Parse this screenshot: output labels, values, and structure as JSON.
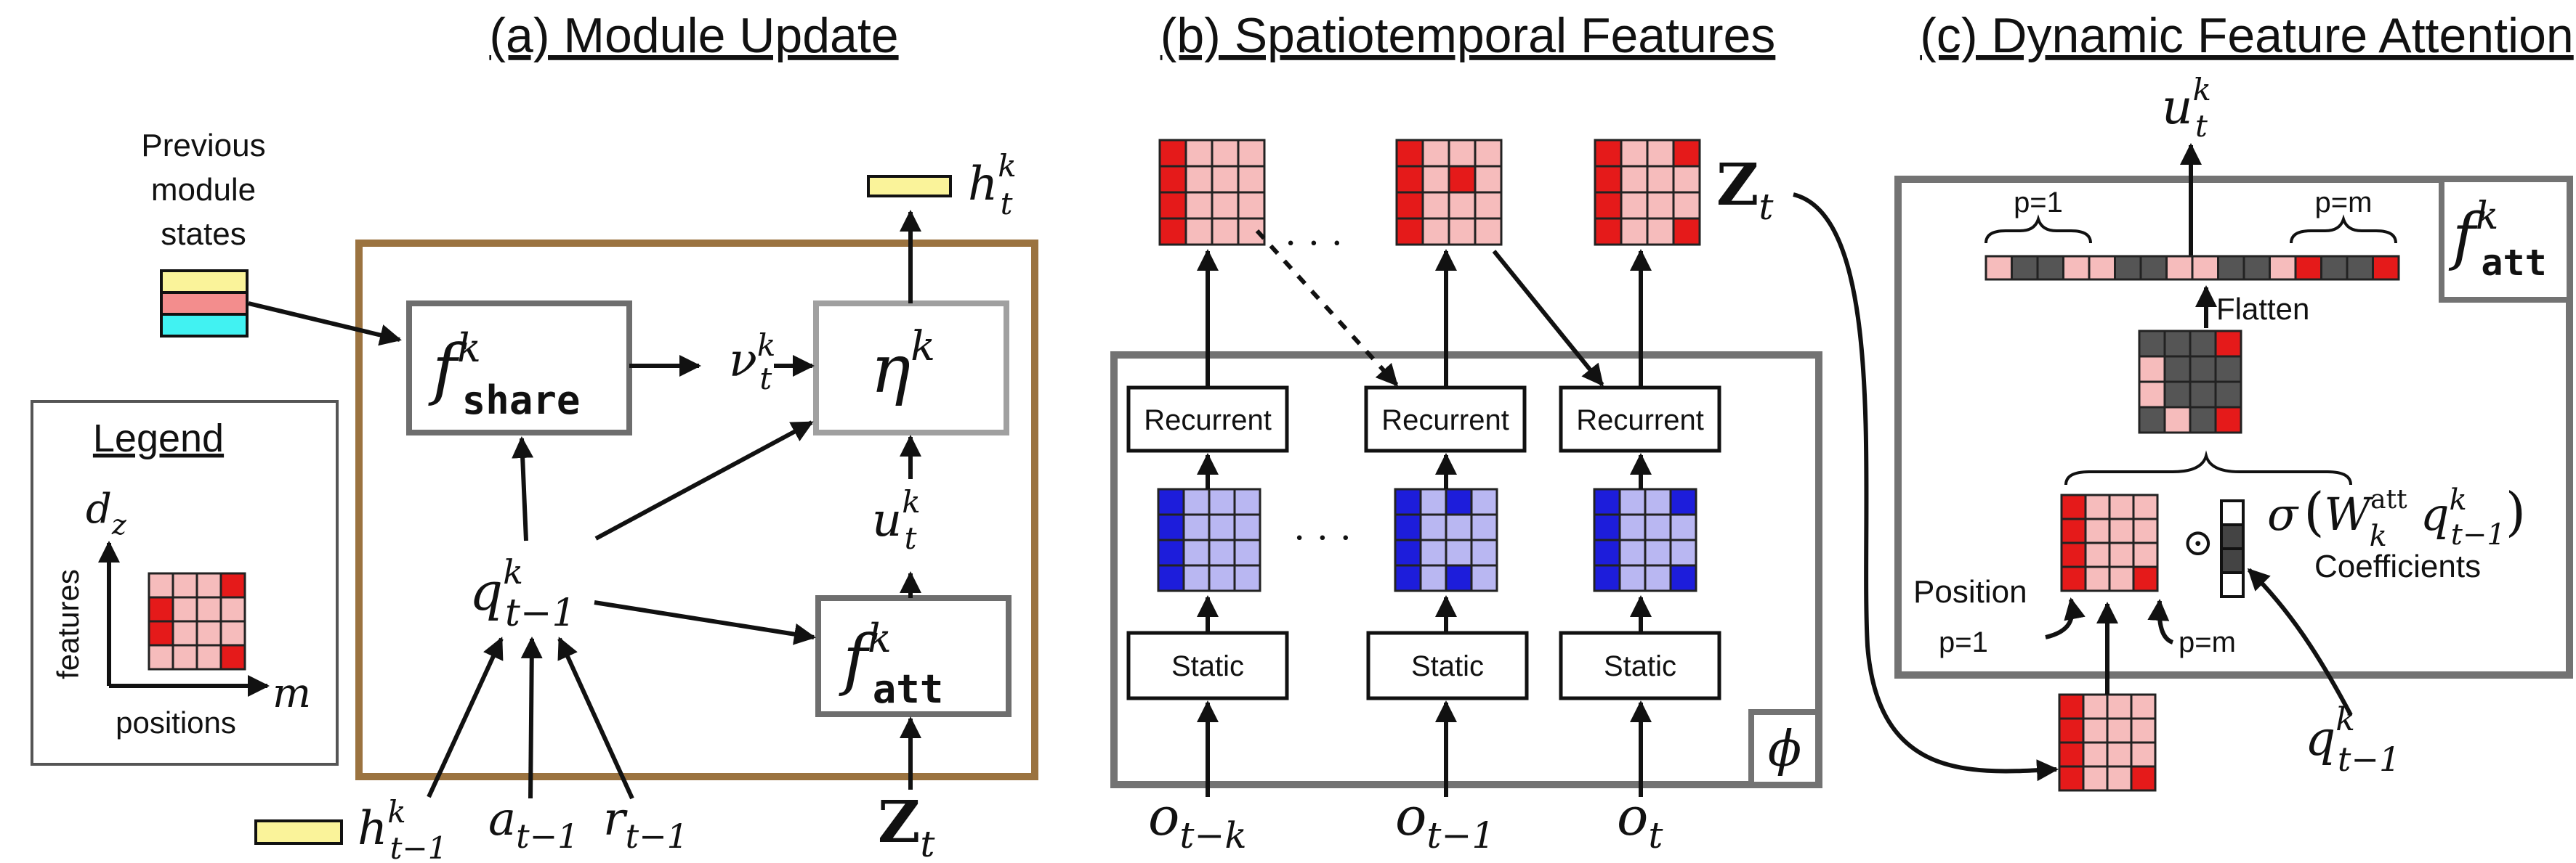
{
  "colors": {
    "frame_a": "#9b7340",
    "frame_grey": "#737373",
    "box_border": "#6e6e6e",
    "eta_border": "#a0a0a0",
    "pink": "#f6bcbc",
    "red": "#e51a1a",
    "lavender": "#b9b7f2",
    "blue": "#1d1ddb",
    "dark": "#555555",
    "yellow": "#faf39a",
    "salmon": "#f38d8d",
    "cyan": "#41f2f2"
  },
  "panels": {
    "a": {
      "title": "(a) Module Update",
      "previous_states": [
        "Previous",
        "module",
        "states"
      ],
      "legend": {
        "title": "Legend",
        "y_axis_label": "features",
        "x_axis_label": "positions",
        "y_axis_symbol": "d",
        "y_axis_sub": "z",
        "x_axis_symbol": "m"
      },
      "f_share": {
        "base": "f",
        "sup": "k",
        "sub": "share"
      },
      "eta": {
        "base": "η",
        "sup": "k"
      },
      "f_att": {
        "base": "f",
        "sup": "k",
        "sub": "att"
      },
      "nu": {
        "base": "ν",
        "sup": "k",
        "sub": "t"
      },
      "u": {
        "base": "u",
        "sup": "k",
        "sub": "t"
      },
      "q": {
        "base": "q",
        "sup": "k",
        "sub": "t−1"
      },
      "h_out": {
        "base": "h",
        "sup": "k",
        "sub": "t"
      },
      "h_in": {
        "base": "h",
        "sup": "k",
        "sub": "t−1"
      },
      "a_in": {
        "base": "a",
        "sub": "t−1"
      },
      "r_in": {
        "base": "r",
        "sub": "t−1"
      },
      "z_in": {
        "base": "Z",
        "sub": "t"
      }
    },
    "b": {
      "title": "(b) Spatiotemporal Features",
      "recurrent_label": "Recurrent",
      "static_label": "Static",
      "ellipsis": "· · ·",
      "phi": "ϕ",
      "z_out": {
        "base": "Z",
        "sub": "t"
      },
      "inputs": [
        {
          "base": "o",
          "sub": "t−k"
        },
        {
          "base": "o",
          "sub": "t−1"
        },
        {
          "base": "o",
          "sub": "t"
        }
      ]
    },
    "c": {
      "title": "(c) Dynamic Feature Attention",
      "u_out": {
        "base": "u",
        "sup": "k",
        "sub": "t"
      },
      "f_att": {
        "base": "f",
        "sup": "k",
        "sub": "att"
      },
      "p1": "p=1",
      "pm": "p=m",
      "flatten": "Flatten",
      "position": "Position",
      "coefficients": "Coefficients",
      "odot": "⊙",
      "sigma": "σ",
      "w": {
        "base": "W",
        "sup": "att",
        "sub": "k"
      },
      "q": {
        "base": "q",
        "sup": "k",
        "sub": "t−1"
      }
    }
  }
}
